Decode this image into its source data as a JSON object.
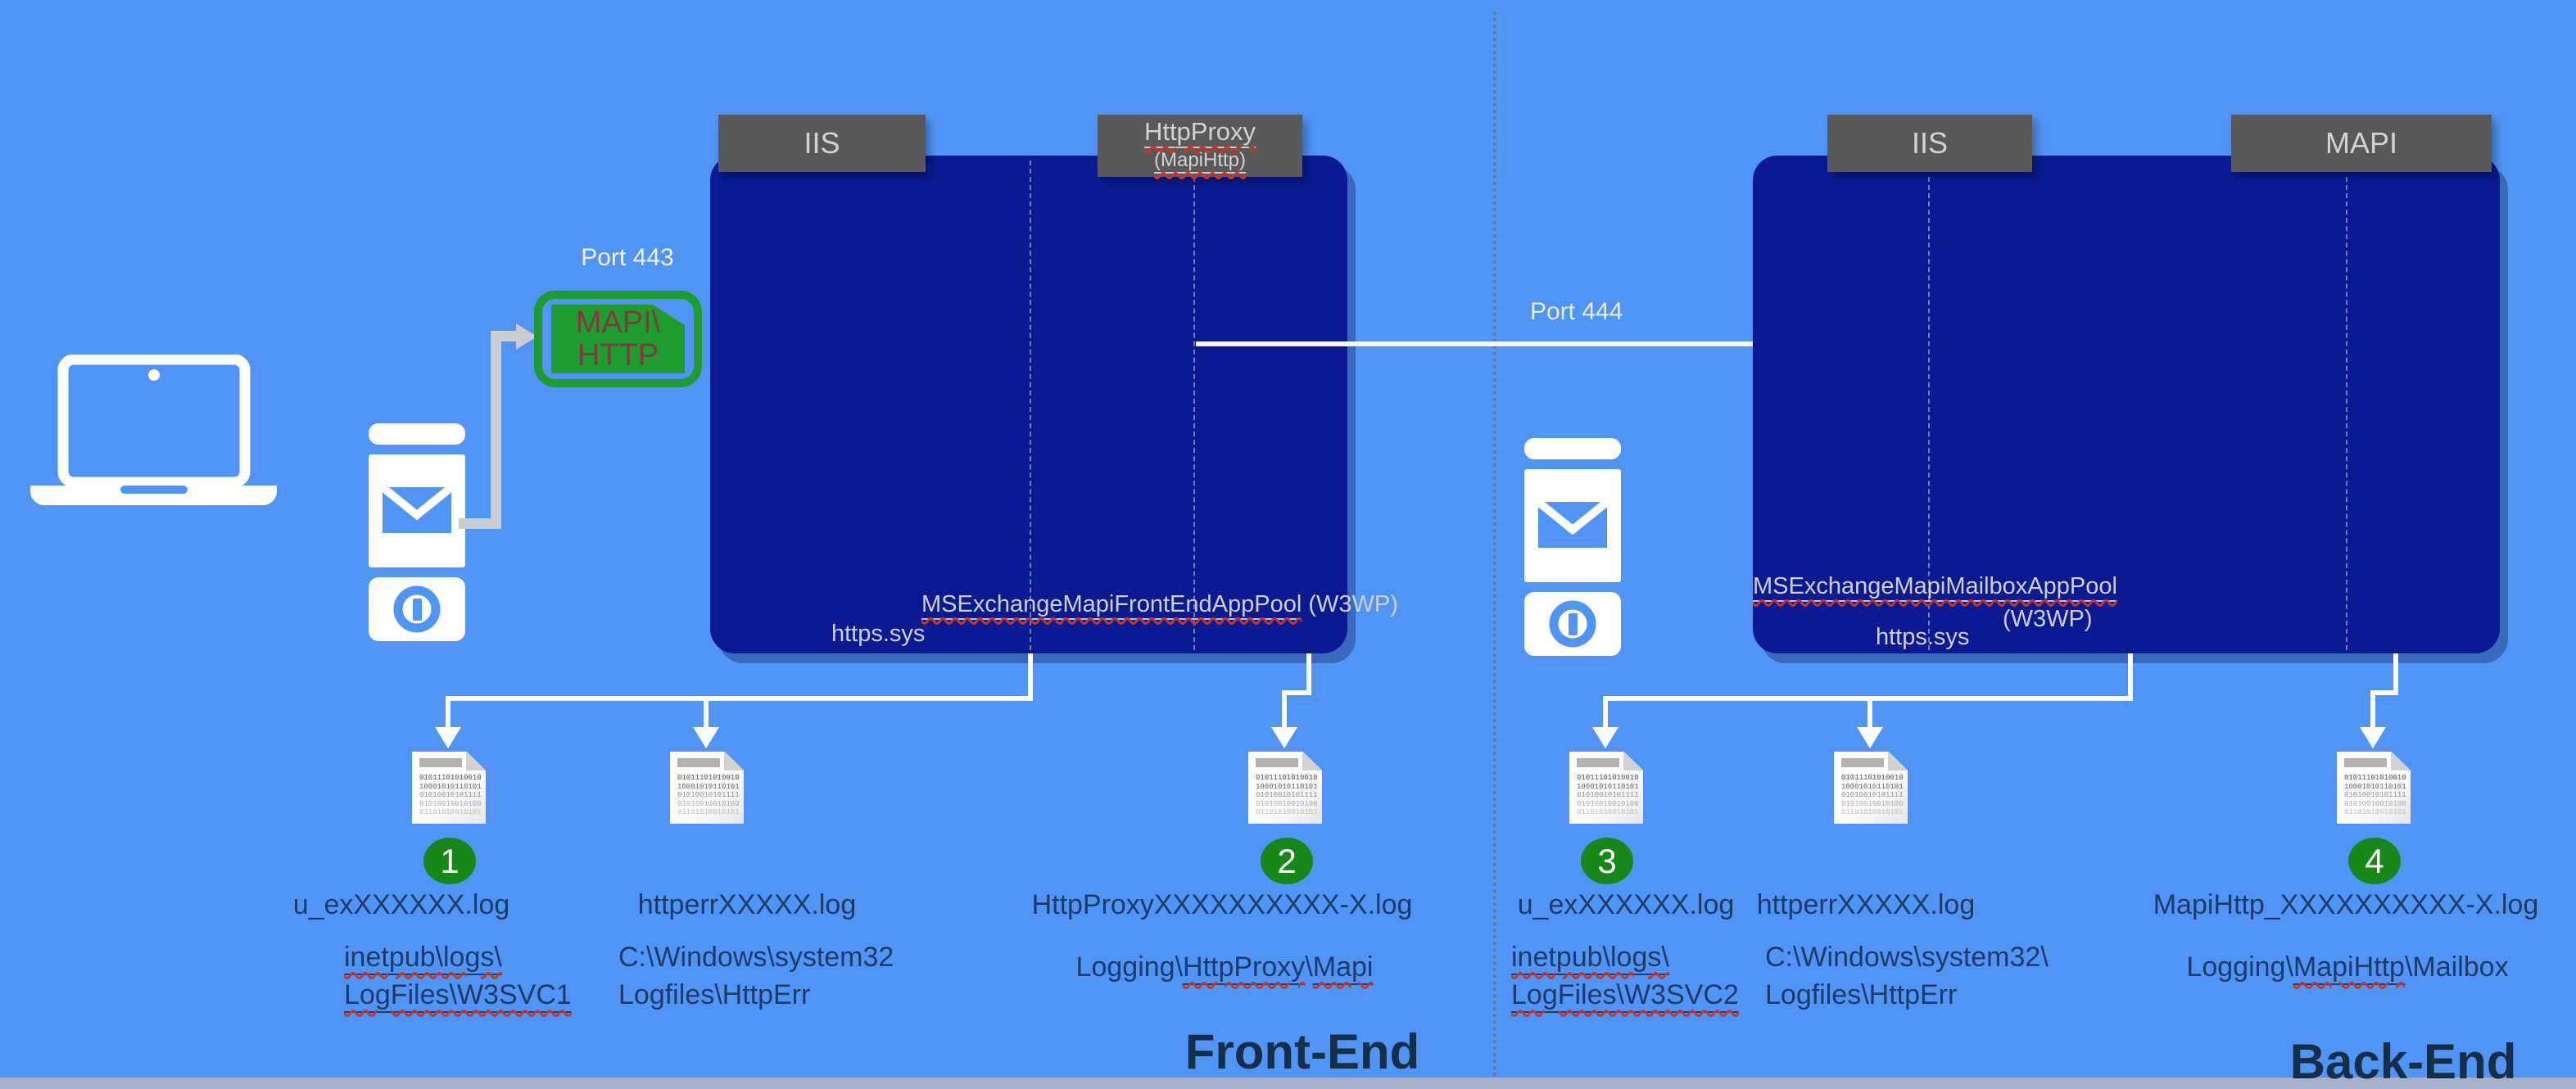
{
  "diagram": {
    "client_port_label": "Port 443",
    "backend_port_label": "Port 444",
    "mapi_file": {
      "line1": "MAPI\\",
      "line2": "HTTP"
    },
    "front": {
      "tab_iis": "IIS",
      "tab_proxy": "HttpProxy",
      "tab_proxy_sub": "(MapiHttp)",
      "app_pool": "MSExchangeMapiFrontEndAppPool",
      "app_pool_suffix": " (W3WP)",
      "https": "https.sys",
      "section": "Front-End"
    },
    "back": {
      "tab_iis": "IIS",
      "tab_mapi": "MAPI",
      "app_pool": "MSExchangeMapiMailboxAppPool",
      "app_pool_suffix": "(W3WP)",
      "https": "https.sys",
      "section": "Back-End"
    },
    "logs": {
      "front_iis": {
        "badge": "1",
        "file": "u_exXXXXXX.log",
        "path1": "inetpub\\logs\\",
        "path2": "LogFiles\\W3SVC1"
      },
      "front_httperr": {
        "file": "httperrXXXXX.log",
        "path1": "C:\\Windows\\system32",
        "path2": "Logfiles\\HttpErr"
      },
      "front_proxy": {
        "badge": "2",
        "file": "HttpProxyXXXXXXXXXX-X.log",
        "path_a": "Logging\\",
        "path_b": "HttpProxy",
        "path_c": "\\",
        "path_d": "Mapi"
      },
      "back_iis": {
        "badge": "3",
        "file": "u_exXXXXXX.log",
        "path1": "inetpub\\logs\\",
        "path2": "LogFiles\\W3SVC2"
      },
      "back_httperr": {
        "file": "httperrXXXXX.log",
        "path1": "C:\\Windows\\system32\\",
        "path2": "Logfiles\\HttpErr"
      },
      "back_mapi": {
        "badge": "4",
        "file": "MapiHttp_XXXXXXXXXX-X.log",
        "path_a": "Logging\\",
        "path_b": "MapiHttp",
        "path_c": "\\Mailbox"
      }
    },
    "doc_binary": [
      "01011101010010",
      "10001010110101",
      "01010010101111",
      "01010010010100",
      "01101010010101"
    ]
  },
  "colors": {
    "background": "#5095F6",
    "panel_navy": "#0A1A92",
    "tab_gray": "#595959",
    "accent_green": "#1E9C30",
    "badge_green": "#178717",
    "text_navy": "#1E3A66",
    "section_navy": "#152F49",
    "file_text_maroon": "#7D3C3E",
    "squiggle_red": "#C2372B"
  }
}
